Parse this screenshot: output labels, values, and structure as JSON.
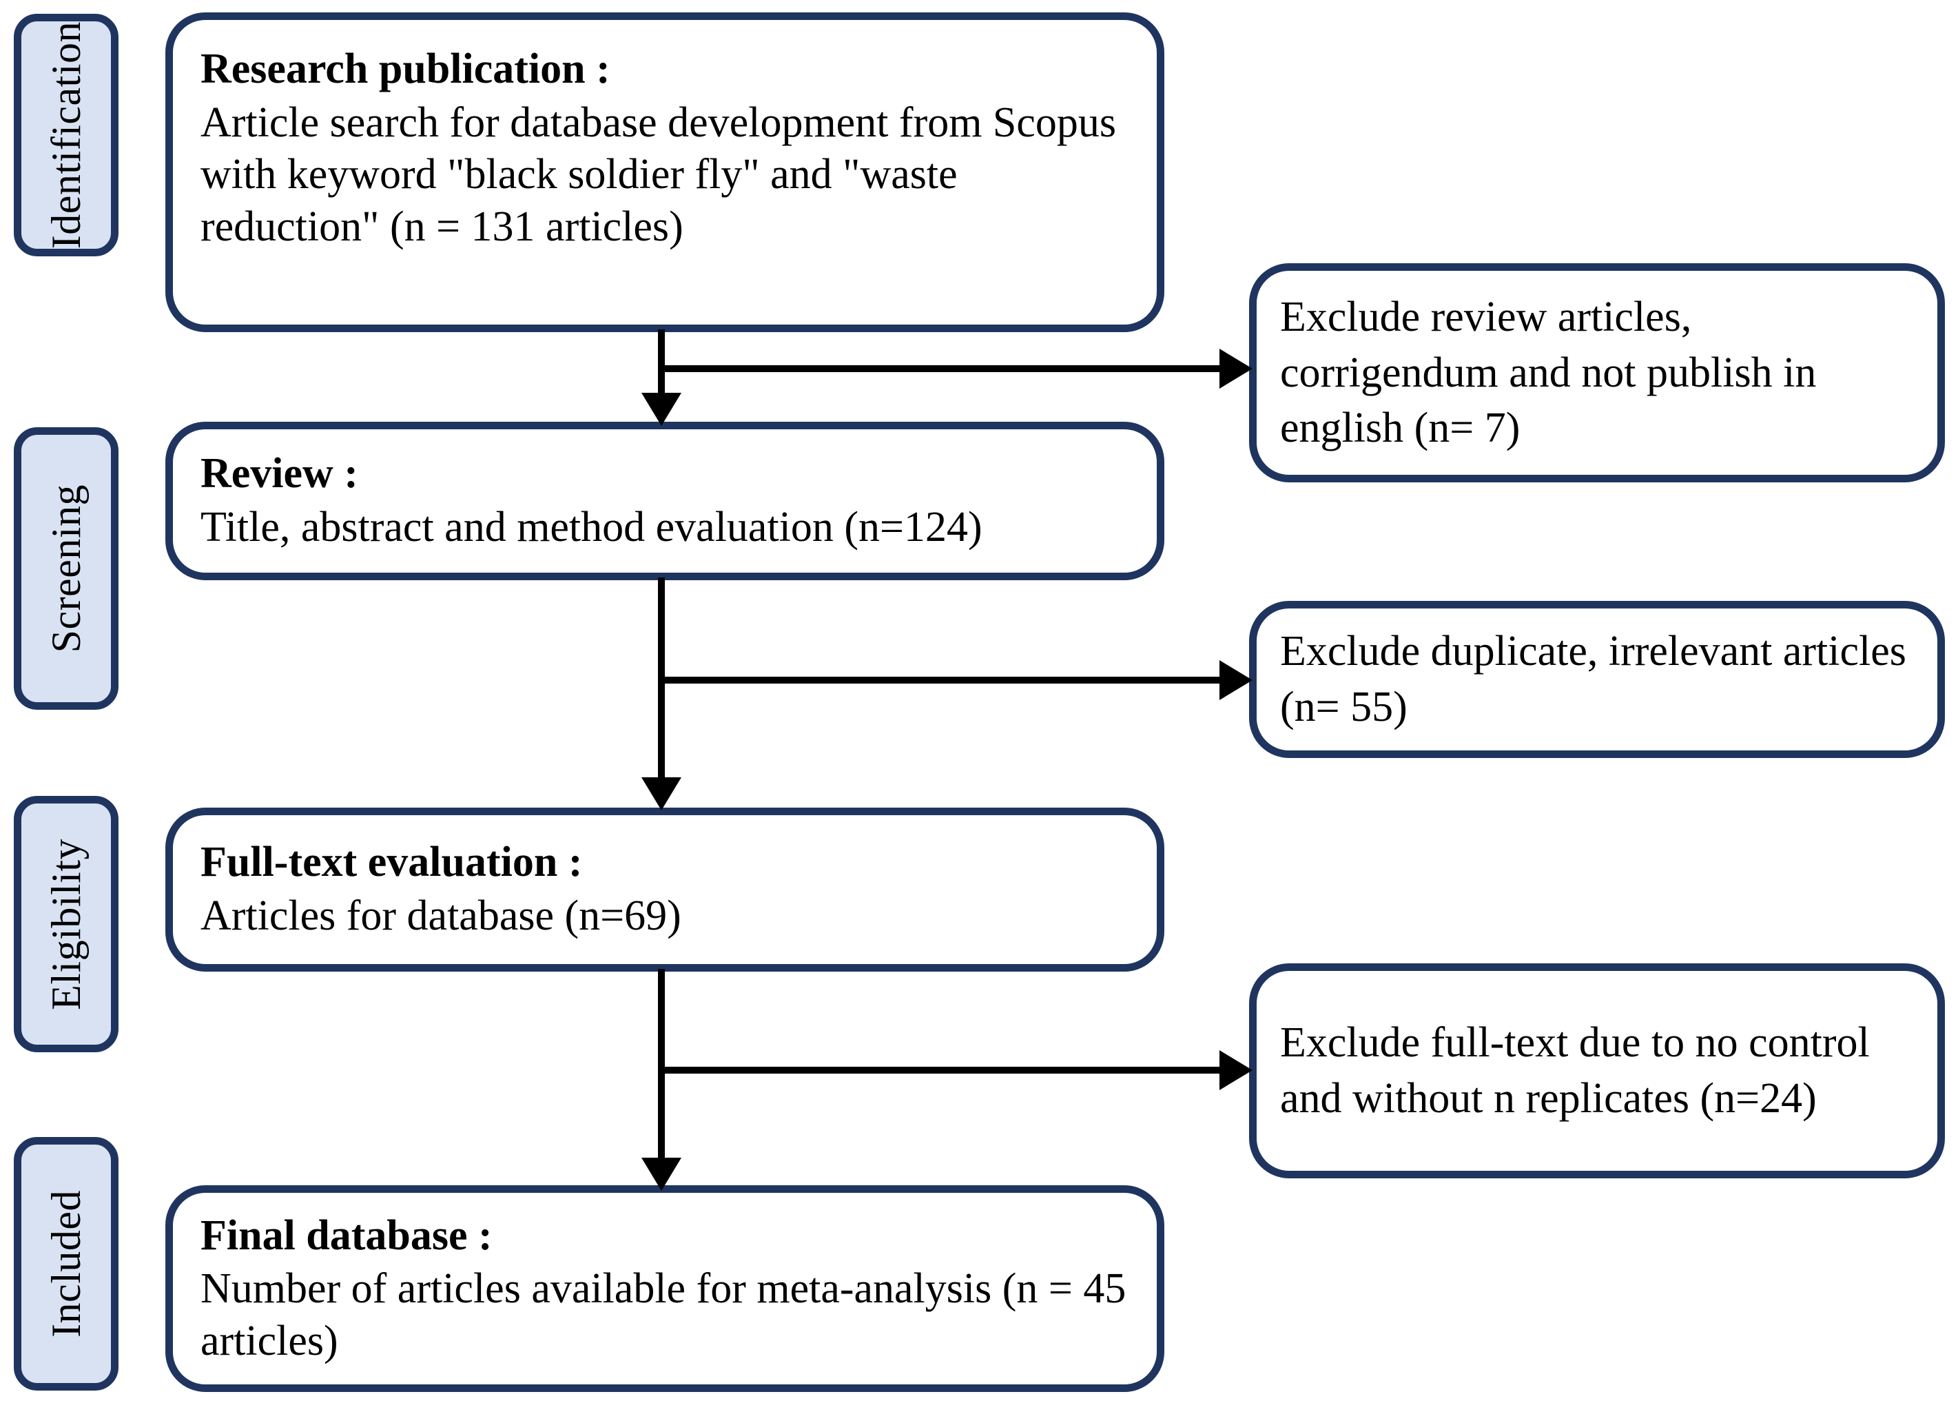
{
  "diagram": {
    "title": "PRISMA article selection flow diagram",
    "colors": {
      "box_border": "#1f3560",
      "stage_tab_fill": "#d9e2f3",
      "connector": "#000000",
      "page_background": "#ffffff",
      "text": "#000000"
    }
  },
  "stages": [
    {
      "label": "Identification"
    },
    {
      "label": "Screening"
    },
    {
      "label": "Eligibility"
    },
    {
      "label": "Included"
    }
  ],
  "flow_boxes": [
    {
      "title": "Research publication :",
      "body": "Article search for database development from Scopus with keyword \"black soldier fly\" and \"waste reduction\" (n = 131 articles)",
      "count": 131
    },
    {
      "title": "Review :",
      "body": "Title, abstract and method evaluation (n=124)",
      "count": 124
    },
    {
      "title": "Full-text evaluation :",
      "body": "Articles  for database (n=69)",
      "count": 69
    },
    {
      "title": "Final database :",
      "body": "Number of articles available  for meta-analysis (n = 45 articles)",
      "count": 45
    }
  ],
  "exclusion_boxes": [
    {
      "body": "Exclude  review articles, corrigendum  and not publish  in english  (n= 7)",
      "count": 7
    },
    {
      "body": "Exclude duplicate, irrelevant articles  (n= 55)",
      "count": 55
    },
    {
      "body": "Exclude  full-text  due to no control and without n replicates (n=24)",
      "count": 24
    }
  ]
}
